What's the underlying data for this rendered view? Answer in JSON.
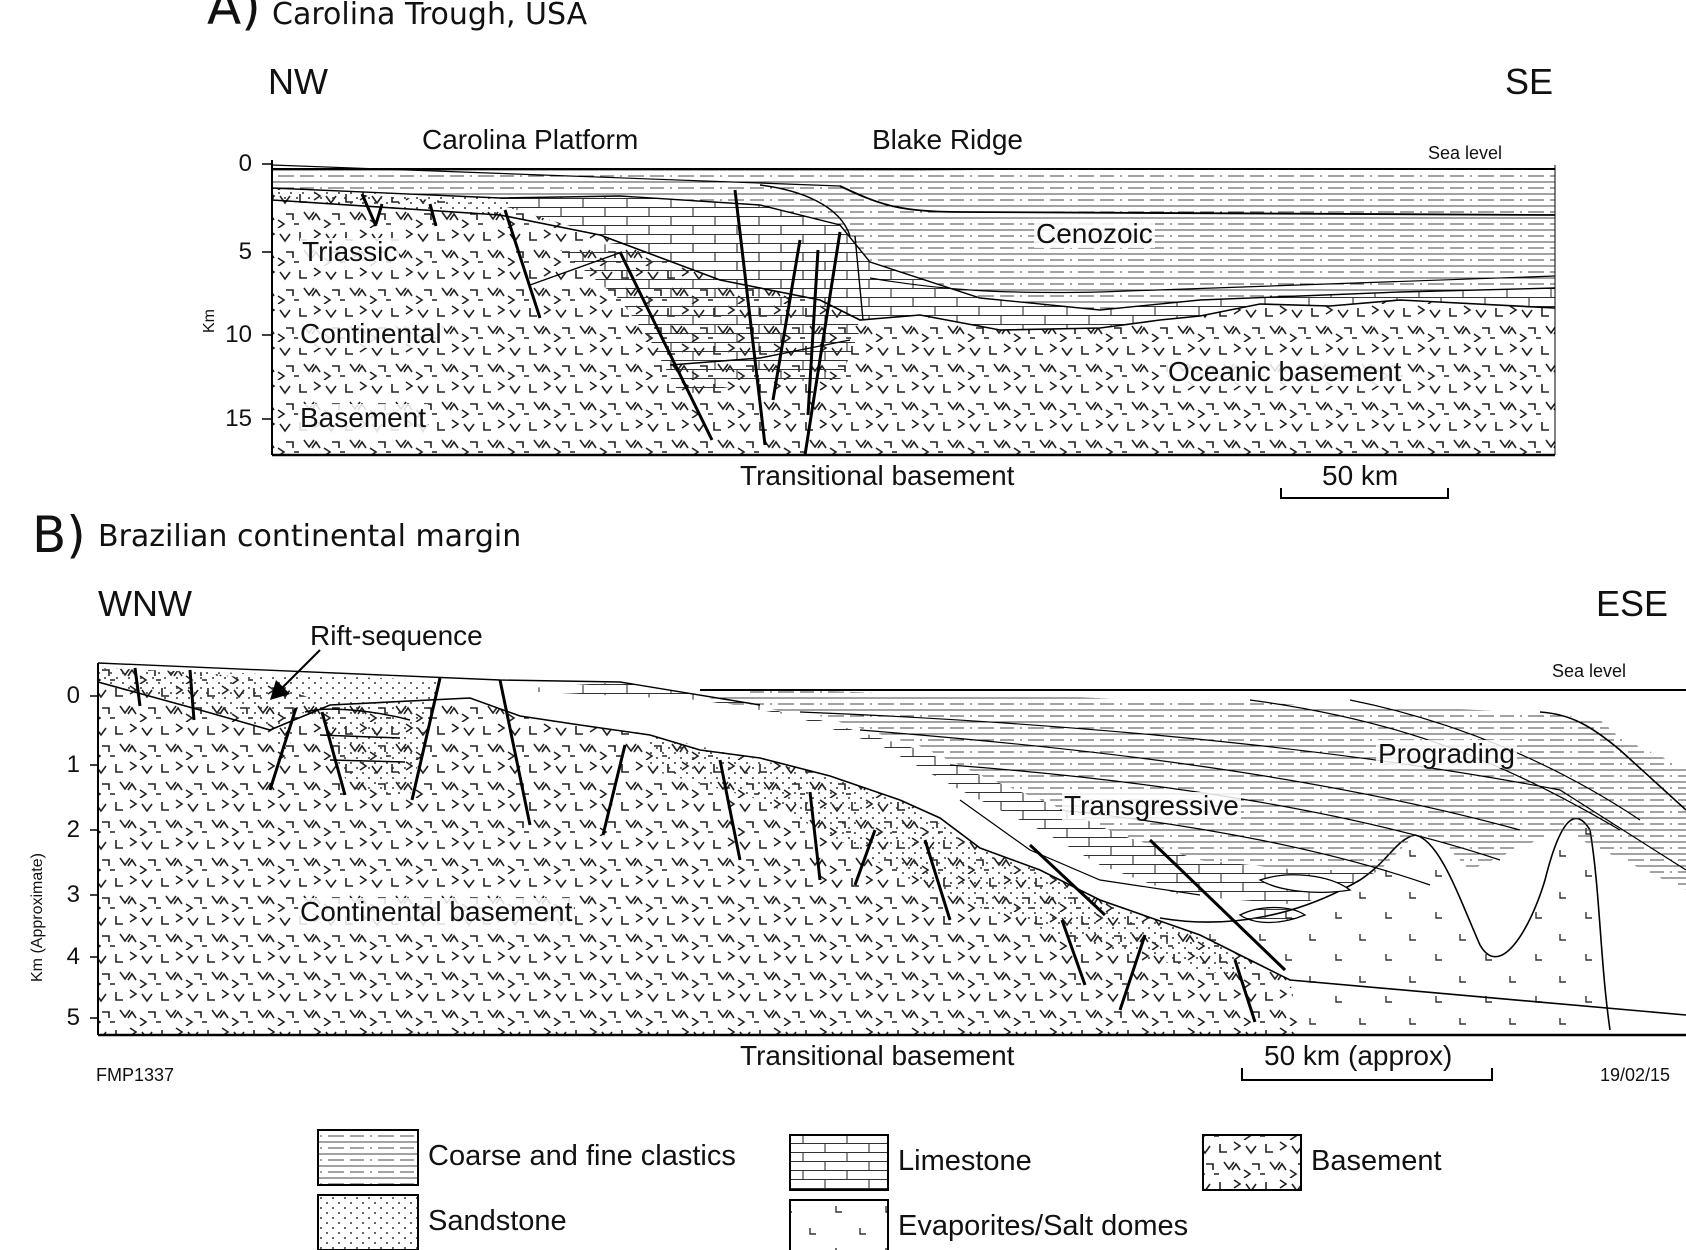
{
  "panel_a": {
    "letter": "A)",
    "title": "Carolina Trough, USA",
    "dir_left": "NW",
    "dir_right": "SE",
    "y_axis_label": "Km",
    "ticks": [
      "0",
      "5",
      "10",
      "15"
    ],
    "sea_level": "Sea level",
    "regions": {
      "carolina_platform": "Carolina Platform",
      "blake_ridge": "Blake Ridge",
      "cenozoic": "Cenozoic",
      "triassic": "Triassic",
      "continental": "Continental",
      "basement": "Basement",
      "oceanic_basement": "Oceanic basement",
      "transitional_basement": "Transitional basement"
    },
    "scale_bar": "50 km"
  },
  "panel_b": {
    "letter": "B)",
    "title": "Brazilian continental margin",
    "dir_left": "WNW",
    "dir_right": "ESE",
    "y_axis_label": "Km (Approximate)",
    "ticks": [
      "0",
      "1",
      "2",
      "3",
      "4",
      "5"
    ],
    "sea_level": "Sea level",
    "regions": {
      "rift_sequence": "Rift-sequence",
      "prograding": "Prograding",
      "transgressive": "Transgressive",
      "continental_basement": "Continental basement",
      "transitional_basement": "Transitional basement"
    },
    "scale_bar": "50 km (approx)",
    "figure_code": "FMP1337",
    "date": "19/02/15"
  },
  "legend": {
    "clastics": "Coarse and fine clastics",
    "sandstone": "Sandstone",
    "limestone": "Limestone",
    "evaporites": "Evaporites/Salt domes",
    "basement": "Basement"
  }
}
